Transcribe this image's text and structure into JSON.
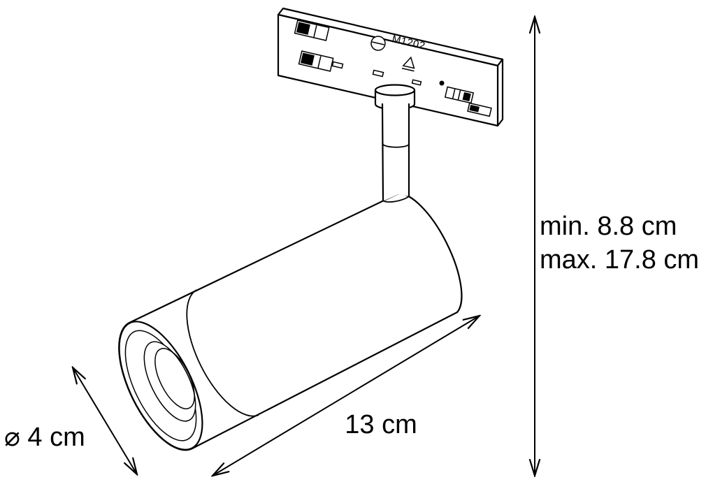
{
  "page": {
    "background_color": "#ffffff",
    "line_color": "#000000"
  },
  "drawing": {
    "subject": "track-mounted cylindrical spotlight technical line drawing",
    "product_marking": "M1202"
  },
  "dimensions": {
    "height_min_label": "min. 8.8 cm",
    "height_max_label": "max. 17.8 cm",
    "length_label": "13 cm",
    "diameter_label": "⌀ 4 cm"
  }
}
